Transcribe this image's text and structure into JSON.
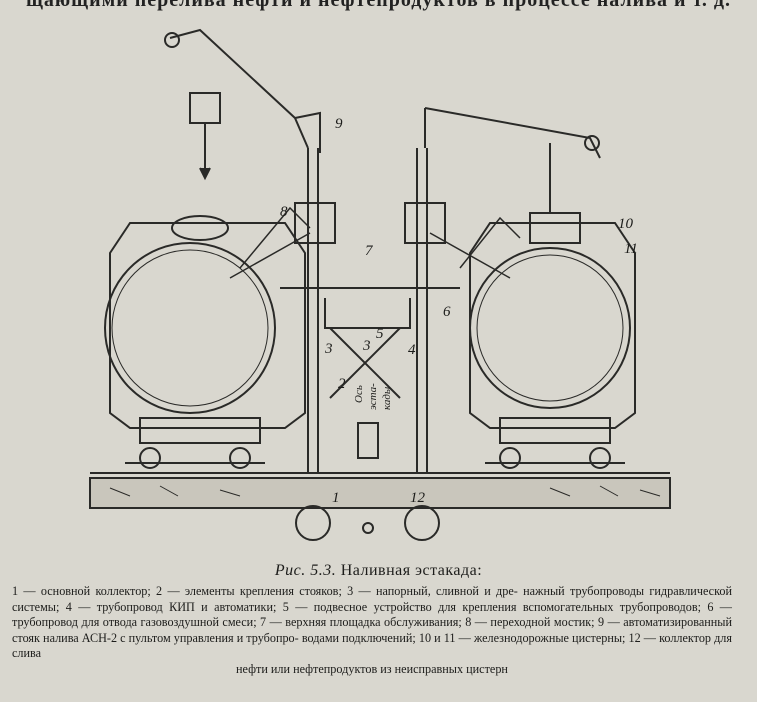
{
  "header_line": "щающими перелива нефти и нефтепродуктов в процессе налива и т. д.",
  "figure": {
    "callouts": [
      "1",
      "2",
      "3",
      "3",
      "4",
      "5",
      "6",
      "7",
      "8",
      "9",
      "10",
      "11",
      "12"
    ],
    "axis_label_line1": "Ось",
    "axis_label_line2": "эста-",
    "axis_label_line3": "кады"
  },
  "caption": {
    "fig_label": "Рис. 5.3.",
    "title": "Наливная эстакада:",
    "line1": "1 — основной коллектор; 2 — элементы крепления стояков; 3 — напорный, сливной и дре-",
    "line2": "нажный трубопроводы гидравлической системы; 4 — трубопровод КИП и автоматики; 5 —",
    "line3": "подвесное устройство для крепления вспомогательных трубопроводов; 6 — трубопровод",
    "line4": "для отвода газовоздушной смеси; 7 — верхняя площадка обслуживания; 8 — переходной",
    "line5": "мостик; 9 — автоматизированный стояк налива АСН-2 с пультом управления и трубопро-",
    "line6": "водами подключений; 10 и 11 — железнодорожные цистерны; 12 — коллектор для слива",
    "line7": "нефти или нефтепродуктов из неисправных цистерн"
  }
}
